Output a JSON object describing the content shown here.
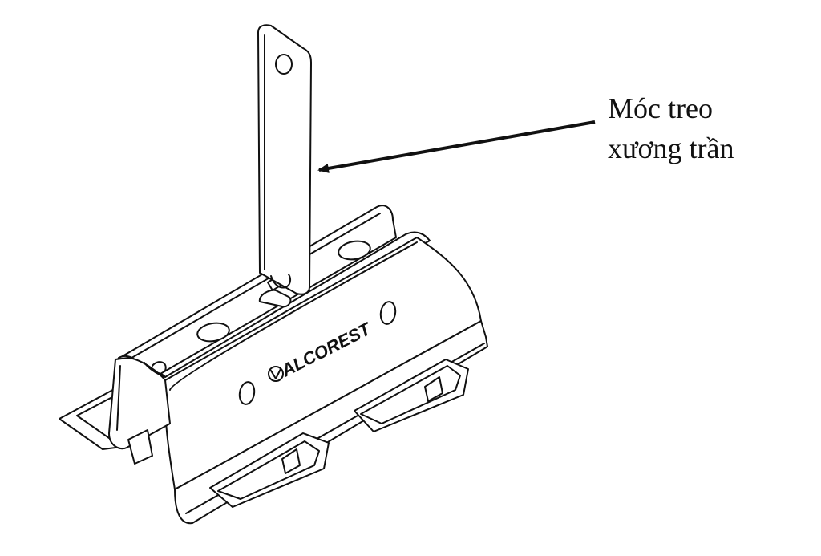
{
  "annotation": {
    "line1": "Móc treo",
    "line2": "xương trần"
  },
  "brand": {
    "name": "ALCOREST"
  },
  "colors": {
    "stroke": "#111111",
    "fill": "#ffffff",
    "background": "#ffffff"
  }
}
